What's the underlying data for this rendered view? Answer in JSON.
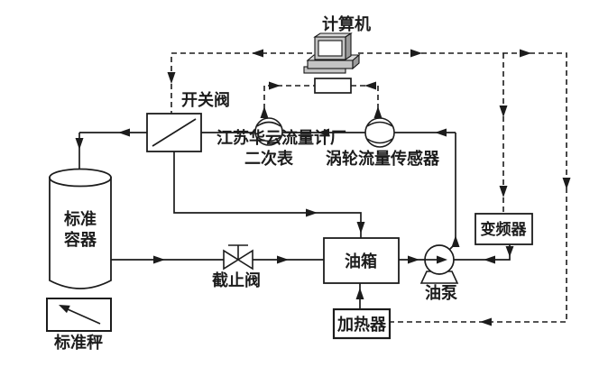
{
  "colors": {
    "line": "#1c1c1c",
    "watermark": "#cf2f2f",
    "computer_front": "#c4c4c4",
    "computer_top": "#d8d8d8",
    "computer_side": "#9a9a9a"
  },
  "watermark": {
    "text": "江苏华云流量计厂"
  },
  "nodes": {
    "computer": {
      "label": "计算机"
    },
    "interface_box": {
      "label": ""
    },
    "switch_valve": {
      "label": "开关阀"
    },
    "secondary_meter": {
      "label": "二次表"
    },
    "turbine_flow_sensor": {
      "label": "涡轮流量传感器"
    },
    "standard_container": {
      "label_line1": "标准",
      "label_line2": "容器"
    },
    "standard_scale": {
      "label": "标准秤"
    },
    "stop_valve": {
      "label": "截止阀"
    },
    "oil_tank": {
      "label": "油箱"
    },
    "oil_pump": {
      "label": "油泵"
    },
    "frequency_inverter": {
      "label": "变频器"
    },
    "heater": {
      "label": "加热器"
    }
  }
}
